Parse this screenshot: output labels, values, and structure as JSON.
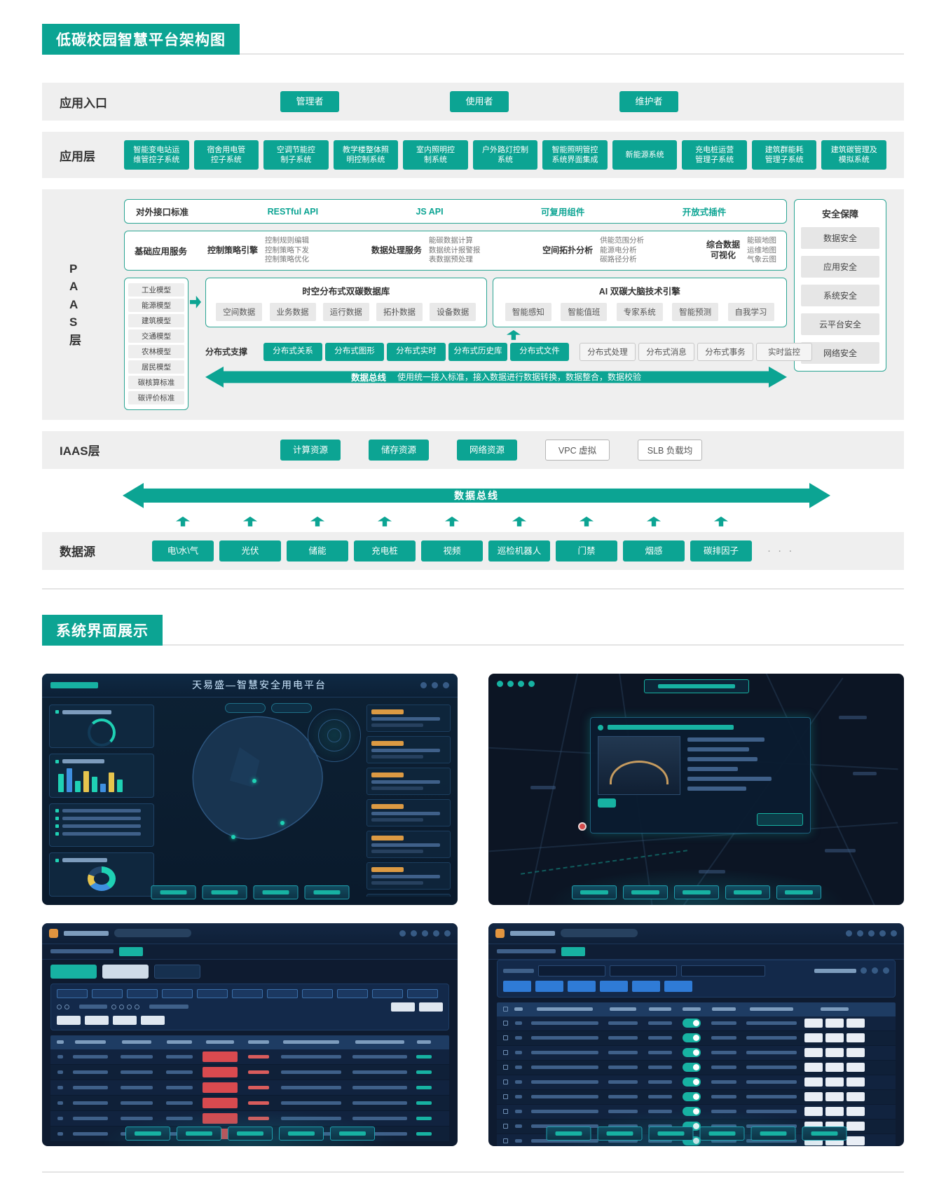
{
  "page": {
    "section1_title": "低碳校园智慧平台架构图",
    "section2_title": "系统界面展示"
  },
  "app_entry": {
    "label": "应用入口",
    "roles": [
      "管理者",
      "使用者",
      "维护者"
    ]
  },
  "app_layer": {
    "label": "应用层",
    "systems": [
      "智能变电站运\n维管控子系统",
      "宿舍用电管\n控子系统",
      "空调节能控\n制子系统",
      "教学楼整体照\n明控制系统",
      "室内照明控\n制系统",
      "户外路灯控制\n系统",
      "智能照明管控\n系统界面集成",
      "新能源系统",
      "充电桩运营\n管理子系统",
      "建筑群能耗\n管理子系统",
      "建筑碳管理及\n模拟系统"
    ]
  },
  "paas": {
    "label_vertical": "P\nA\nA\nS\n层",
    "interfaces": {
      "label": "对外接口标准",
      "items": [
        "RESTful API",
        "JS API",
        "可复用组件",
        "开放式插件"
      ]
    },
    "services": {
      "label": "基础应用服务",
      "groups": [
        {
          "main": "控制策略引擎",
          "sub": "控制规则编辑\n控制策略下发\n控制策略优化"
        },
        {
          "main": "数据处理服务",
          "sub": "能碳数据计算\n数据统计报警报\n表数据预处理"
        },
        {
          "main": "空间拓扑分析",
          "sub": "供能范围分析\n能源电分析\n碳路径分析"
        },
        {
          "main": "综合数据\n可视化",
          "sub": "能碳地图\n运维地图\n气象云图"
        }
      ]
    },
    "models": [
      "工业模型",
      "能源模型",
      "建筑模型",
      "交通模型",
      "农林模型",
      "居民模型",
      "碳核算标准",
      "碳评价标准"
    ],
    "database": {
      "title": "时空分布式双碳数据库",
      "items": [
        "空间数据",
        "业务数据",
        "运行数据",
        "拓扑数据",
        "设备数据"
      ]
    },
    "ai_engine": {
      "title": "AI 双碳大脑技术引擎",
      "items": [
        "智能感知",
        "智能值班",
        "专家系统",
        "智能预测",
        "自我学习"
      ]
    },
    "distributed": {
      "label": "分布式支撑",
      "filled": [
        "分布式关系",
        "分布式图形",
        "分布式实时",
        "分布式历史库",
        "分布式文件"
      ],
      "outlined": [
        "分布式处理",
        "分布式消息",
        "分布式事务",
        "实时监控"
      ]
    },
    "data_bus": {
      "title": "数据总线",
      "desc": "使用统一接入标准，接入数据进行数据转换，数据整合，数据校验"
    },
    "security": {
      "title": "安全保障",
      "items": [
        "数据安全",
        "应用安全",
        "系统安全",
        "云平台安全",
        "网络安全"
      ]
    }
  },
  "iaas": {
    "label": "IAAS层",
    "filled": [
      "计算资源",
      "储存资源",
      "网络资源"
    ],
    "outlined": [
      "VPC 虚拟",
      "SLB 负载均"
    ]
  },
  "data_bus2": {
    "title": "数据总线"
  },
  "data_sources": {
    "label": "数据源",
    "items": [
      "电\\水\\气",
      "光伏",
      "储能",
      "充电桩",
      "视频",
      "巡检机器人",
      "门禁",
      "烟感",
      "碳排因子"
    ],
    "more": "· · ·"
  },
  "screens": {
    "s1_title": "天易盛—智慧安全用电平台"
  }
}
